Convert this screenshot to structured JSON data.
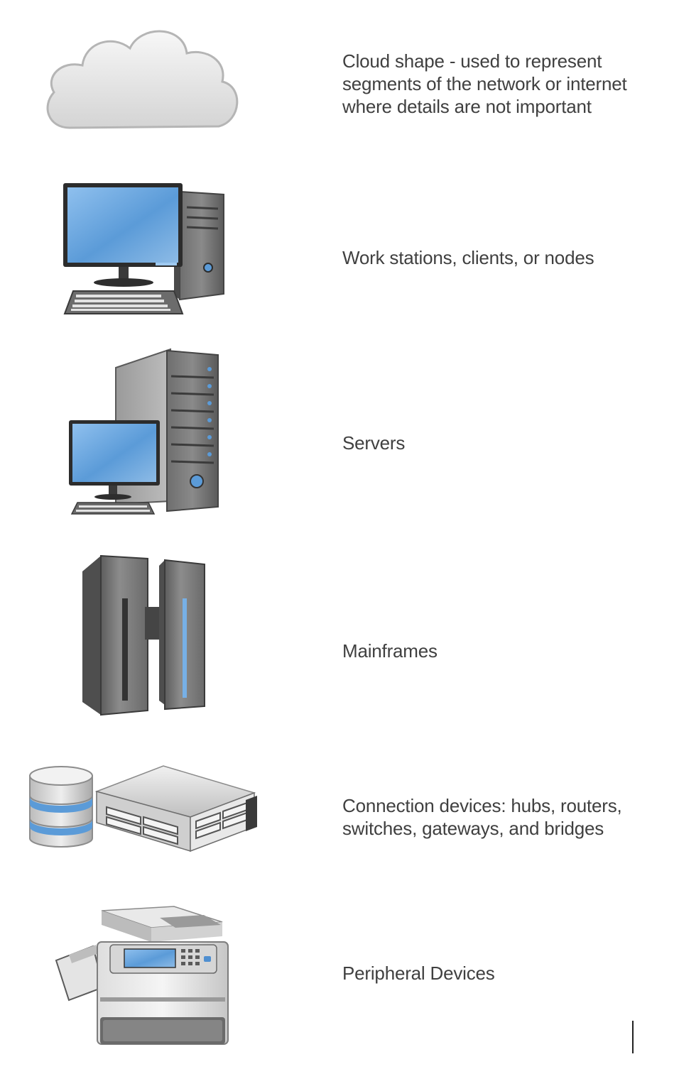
{
  "legend": {
    "items": [
      {
        "id": "cloud",
        "icon": "cloud-icon",
        "label": "Cloud shape - used to represent segments of the network or internet where details are not important"
      },
      {
        "id": "workstation",
        "icon": "workstation-icon",
        "label": "Work stations, clients, or nodes"
      },
      {
        "id": "server",
        "icon": "server-icon",
        "label": "Servers"
      },
      {
        "id": "mainframe",
        "icon": "mainframe-icon",
        "label": "Mainframes"
      },
      {
        "id": "connection",
        "icon": "connection-device-icon",
        "label": "Connection devices: hubs, routers, switches, gateways, and bridges"
      },
      {
        "id": "peripheral",
        "icon": "printer-icon",
        "label": "Peripheral Devices"
      }
    ]
  },
  "colors": {
    "screen_blue": "#5b9bd8",
    "accent_blue": "#4f8fd0",
    "dark_gray": "#3a3a3a",
    "mid_gray": "#7d7d7d",
    "light_gray": "#d9d9d9",
    "text": "#404040"
  }
}
